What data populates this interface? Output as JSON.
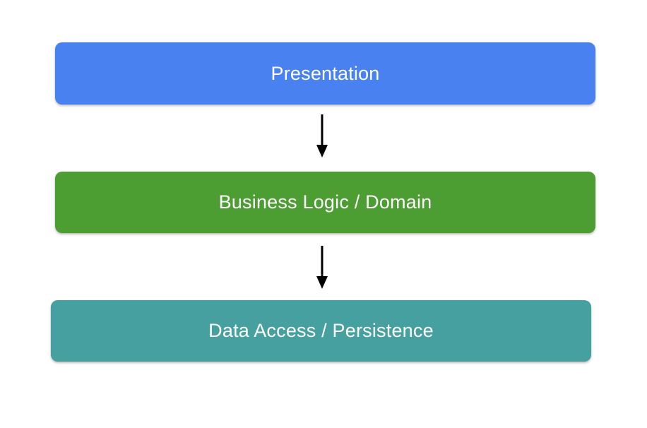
{
  "diagram": {
    "background_color": "#ffffff",
    "text_color": "#ffffff",
    "arrow_color": "#000000",
    "layers": [
      {
        "label": "Presentation",
        "color": "#4a81f0"
      },
      {
        "label": "Business Logic / Domain",
        "color": "#4c9e33"
      },
      {
        "label": "Data Access / Persistence",
        "color": "#45a09f"
      }
    ]
  }
}
